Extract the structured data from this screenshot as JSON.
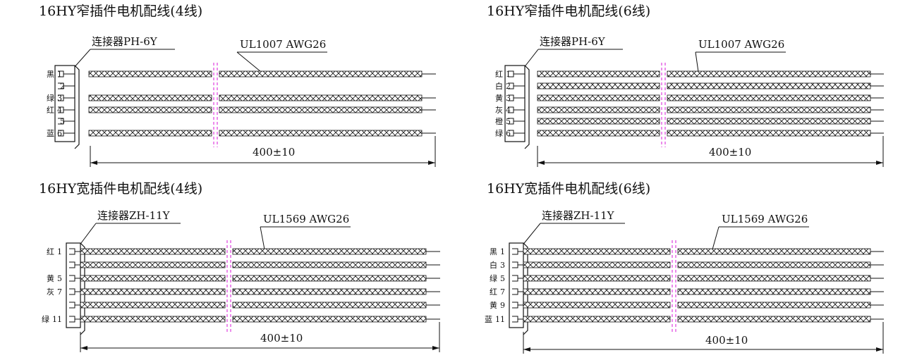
{
  "diagrams": [
    {
      "title": "16HY窄插件电机配线(4线)",
      "connector_label": "连接器PH-6Y",
      "cable_label": "UL1007 AWG26",
      "length_label": "400±10",
      "connector_type": "narrow",
      "pins": [
        {
          "color": "黑",
          "num": "1",
          "wire": true
        },
        {
          "color": "",
          "num": "2",
          "wire": false
        },
        {
          "color": "绿",
          "num": "3",
          "wire": true
        },
        {
          "color": "红",
          "num": "4",
          "wire": true
        },
        {
          "color": "",
          "num": "5",
          "wire": false
        },
        {
          "color": "蓝",
          "num": "6",
          "wire": true
        }
      ]
    },
    {
      "title": "16HY窄插件电机配线(6线)",
      "connector_label": "连接器PH-6Y",
      "cable_label": "UL1007 AWG26",
      "length_label": "400±10",
      "connector_type": "narrow",
      "pins": [
        {
          "color": "红",
          "num": "1",
          "wire": true
        },
        {
          "color": "白",
          "num": "2",
          "wire": true
        },
        {
          "color": "黄",
          "num": "3",
          "wire": true
        },
        {
          "color": "灰",
          "num": "4",
          "wire": true
        },
        {
          "color": "橙",
          "num": "5",
          "wire": true
        },
        {
          "color": "绿",
          "num": "6",
          "wire": true
        }
      ]
    },
    {
      "title": "16HY宽插件电机配线(4线)",
      "connector_label": "连接器ZH-11Y",
      "cable_label": "UL1569 AWG26",
      "length_label": "400±10",
      "connector_type": "wide",
      "pins": [
        {
          "color": "红",
          "num": "1",
          "wire": true
        },
        {
          "color": "",
          "num": "",
          "wire": true
        },
        {
          "color": "黄",
          "num": "5",
          "wire": true
        },
        {
          "color": "灰",
          "num": "7",
          "wire": true
        },
        {
          "color": "",
          "num": "",
          "wire": true
        },
        {
          "color": "绿",
          "num": "11",
          "wire": true
        }
      ]
    },
    {
      "title": "16HY宽插件电机配线(6线)",
      "connector_label": "连接器ZH-11Y",
      "cable_label": "UL1569 AWG26",
      "length_label": "400±10",
      "connector_type": "wide",
      "pins": [
        {
          "color": "黑",
          "num": "1",
          "wire": true
        },
        {
          "color": "白",
          "num": "3",
          "wire": true
        },
        {
          "color": "绿",
          "num": "5",
          "wire": true
        },
        {
          "color": "红",
          "num": "7",
          "wire": true
        },
        {
          "color": "黄",
          "num": "9",
          "wire": true
        },
        {
          "color": "蓝",
          "num": "11",
          "wire": true
        }
      ]
    }
  ],
  "colors": {
    "line": "#111111",
    "break_mark": "#e040e0",
    "background": "#ffffff"
  }
}
